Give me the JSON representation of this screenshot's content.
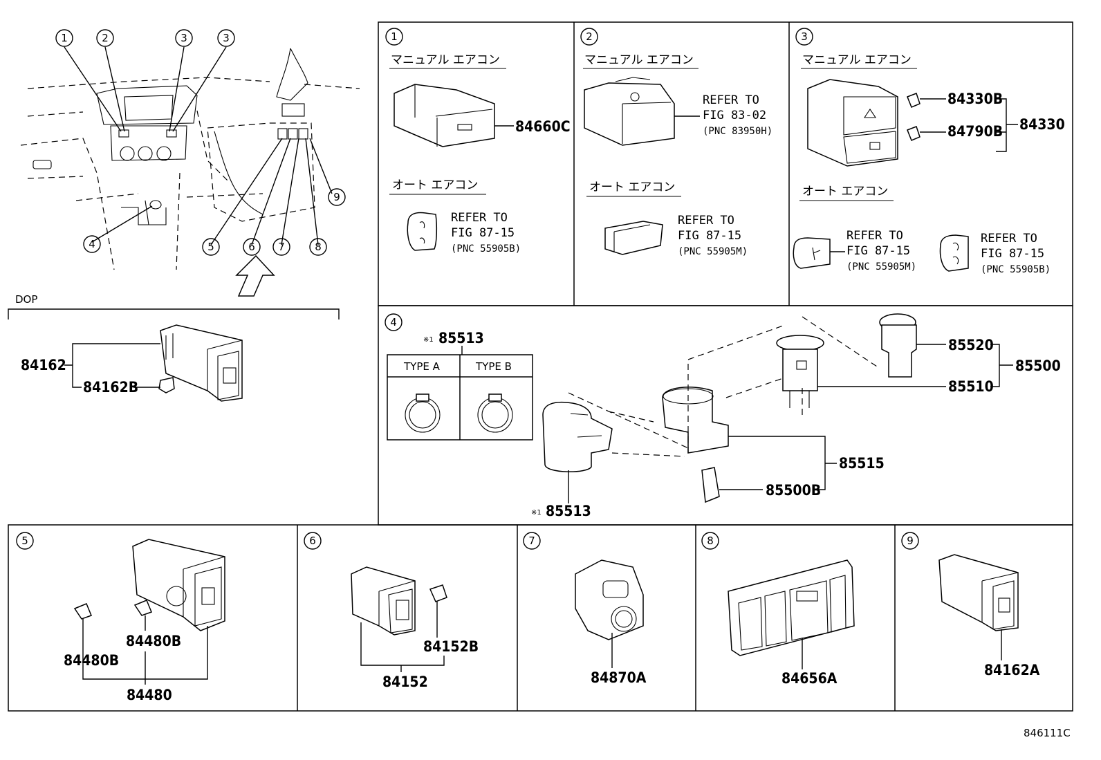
{
  "diagram": {
    "figure_code": "846111C",
    "dop_label": "DOP",
    "callouts": [
      "1",
      "2",
      "3",
      "3",
      "4",
      "5",
      "6",
      "7",
      "8",
      "9"
    ],
    "jp": {
      "manual": "マニュアル エアコン",
      "auto": "オート エアコン"
    },
    "refer_to": "REFER TO",
    "panels": {
      "p1": {
        "num": "1",
        "part": "84660C",
        "ref_fig": "FIG 87-15",
        "ref_pnc": "(PNC 55905B)"
      },
      "p2": {
        "num": "2",
        "ref1_fig": "FIG 83-02",
        "ref1_pnc": "(PNC 83950H)",
        "ref2_fig": "FIG 87-15",
        "ref2_pnc": "(PNC 55905M)"
      },
      "p3": {
        "num": "3",
        "part_a": "84330B",
        "part_b": "84790B",
        "part_asm": "84330",
        "ref1_fig": "FIG 87-15",
        "ref1_pnc": "(PNC 55905M)",
        "ref2_fig": "FIG 87-15",
        "ref2_pnc": "(PNC 55905B)"
      },
      "p4": {
        "num": "4",
        "note_mark": "※1",
        "type_a": "TYPE A",
        "type_b": "TYPE B",
        "p85513": "85513",
        "p85520": "85520",
        "p85510": "85510",
        "p85500": "85500",
        "p85515": "85515",
        "p85500b": "85500B"
      },
      "p5": {
        "num": "5",
        "p84480b": "84480B",
        "p84480": "84480"
      },
      "p6": {
        "num": "6",
        "p84152b": "84152B",
        "p84152": "84152"
      },
      "p7": {
        "num": "7",
        "part": "84870A"
      },
      "p8": {
        "num": "8",
        "part": "84656A"
      },
      "p9": {
        "num": "9",
        "part": "84162A"
      },
      "dop": {
        "p84162": "84162",
        "p84162b": "84162B"
      }
    }
  }
}
